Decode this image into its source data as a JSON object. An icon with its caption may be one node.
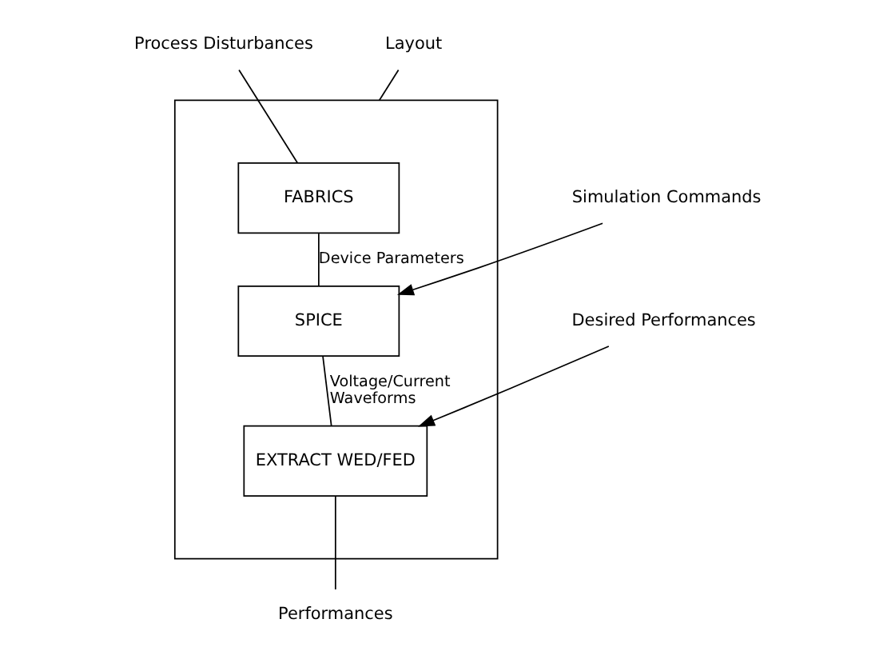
{
  "diagram": {
    "nodes": [
      {
        "text": [
          "Process Disturbances"
        ]
      },
      {
        "text": [
          "Layout"
        ]
      },
      {
        "text": [],
        "shape": "box"
      },
      {
        "text": [
          "FABRICS"
        ],
        "in": 2
      },
      {
        "text": [
          "SPICE"
        ],
        "in": 2
      },
      {
        "text": [
          "EXTRACT WED/FED"
        ],
        "in": 2
      },
      {
        "text": [
          "Simulation Commands"
        ]
      },
      {
        "text": [
          "Desired Performances"
        ]
      },
      {
        "text": [
          "Performances"
        ]
      }
    ],
    "edges": [
      {
        "from": 0,
        "to": 3,
        "arrow": "none"
      },
      {
        "from": 1,
        "to": 2,
        "arrow": "none"
      },
      {
        "from": 3,
        "to": 4,
        "arrow": "none",
        "label": "Device Parameters"
      },
      {
        "from": 6,
        "to": 4,
        "arrow": "to"
      },
      {
        "from": 4,
        "to": 5,
        "arrow": "none",
        "label": "Voltage/Current Waveforms"
      },
      {
        "from": 7,
        "to": 5,
        "arrow": "to"
      },
      {
        "from": 5,
        "to": 8,
        "arrow": "none"
      }
    ]
  }
}
